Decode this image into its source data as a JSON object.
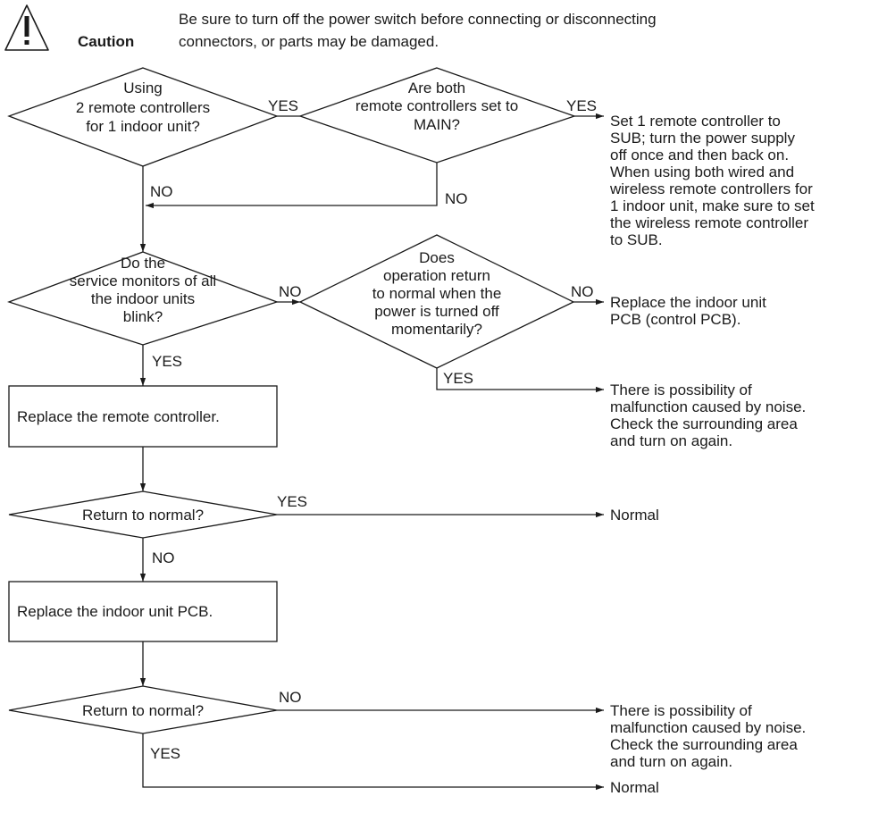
{
  "caution": {
    "label": "Caution",
    "text_lines": [
      "Be sure to turn off the power switch before connecting or disconnecting",
      "connectors, or parts may be damaged."
    ]
  },
  "decisions": [
    {
      "id": "d1",
      "lines": [
        "Using",
        "2 remote controllers",
        "for 1 indoor unit?"
      ]
    },
    {
      "id": "d2",
      "lines": [
        "Are both",
        "remote controllers set to",
        "MAIN?"
      ]
    },
    {
      "id": "d3",
      "lines": [
        "Do the",
        "service monitors of all",
        "the indoor units",
        "blink?"
      ]
    },
    {
      "id": "d4",
      "lines": [
        "Does",
        "operation return",
        "to normal when the",
        "power is turned off",
        "momentarily?"
      ]
    },
    {
      "id": "d5",
      "lines": [
        "Return to normal?"
      ]
    },
    {
      "id": "d6",
      "lines": [
        "Return to normal?"
      ]
    }
  ],
  "processes": [
    {
      "id": "p1",
      "text": "Replace the remote controller."
    },
    {
      "id": "p2",
      "text": "Replace the indoor unit PCB."
    }
  ],
  "outcomes": [
    {
      "id": "o1",
      "lines": [
        "Set 1 remote controller to",
        "SUB; turn the power supply",
        "off once and then back on.",
        "When using both wired and",
        "wireless remote controllers for",
        "1 indoor unit, make sure to set",
        "the wireless remote controller",
        "to SUB."
      ]
    },
    {
      "id": "o2",
      "lines": [
        "Replace the indoor unit",
        "PCB (control PCB)."
      ]
    },
    {
      "id": "o3",
      "lines": [
        "There is possibility of",
        "malfunction caused by noise.",
        "Check the surrounding area",
        "and turn on again."
      ]
    },
    {
      "id": "o4",
      "lines": [
        "Normal"
      ]
    },
    {
      "id": "o5",
      "lines": [
        "There is possibility of",
        "malfunction caused by noise.",
        "Check the surrounding area",
        "and turn on again."
      ]
    },
    {
      "id": "o6",
      "lines": [
        "Normal"
      ]
    }
  ],
  "edge_labels": {
    "yes": "YES",
    "no": "NO"
  }
}
